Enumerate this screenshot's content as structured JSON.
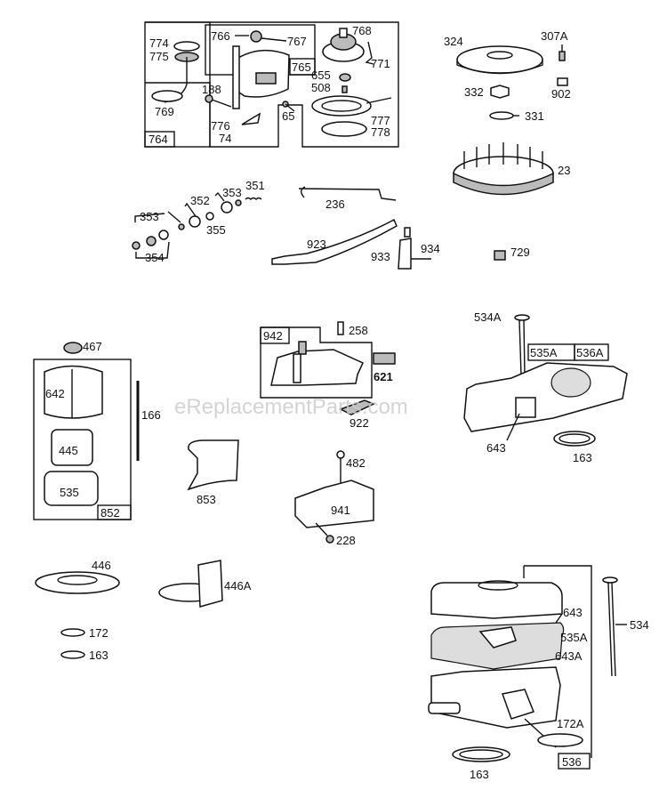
{
  "watermark": "eReplacementParts.com",
  "groups": {
    "rewind_starter": {
      "box_label": "764",
      "sub_box_label": "765"
    },
    "governor_control": {
      "box_label": "942"
    },
    "air_cleaner_cartridge": {
      "box_label": "852"
    },
    "air_cleaner_assembly": {
      "box_label": "536"
    }
  },
  "labels": {
    "l774": "774",
    "l775": "775",
    "l769": "769",
    "l766": "766",
    "l767": "767",
    "l768": "768",
    "l771": "771",
    "l188": "188",
    "l776": "776",
    "l74": "74",
    "l65": "65",
    "l655": "655",
    "l508": "508",
    "l777": "777",
    "l778": "778",
    "l324": "324",
    "l307A": "307A",
    "l332": "332",
    "l902": "902",
    "l331": "331",
    "l23": "23",
    "l353a": "353",
    "l354": "354",
    "l352": "352",
    "l353b": "353",
    "l351": "351",
    "l355": "355",
    "l236": "236",
    "l923": "923",
    "l933": "933",
    "l934": "934",
    "l729": "729",
    "l258": "258",
    "l621": "621",
    "l922": "922",
    "l534A": "534A",
    "l535A_top": "535A",
    "l536A": "536A",
    "l643_top": "643",
    "l163_top": "163",
    "l467": "467",
    "l642": "642",
    "l166": "166",
    "l445": "445",
    "l535": "535",
    "l853": "853",
    "l482": "482",
    "l941": "941",
    "l228": "228",
    "l446": "446",
    "l446A": "446A",
    "l172": "172",
    "l163_left": "163",
    "l643_bot": "643",
    "l535A_bot": "535A",
    "l643A": "643A",
    "l534": "534",
    "l172A": "172A",
    "l163_bot": "163"
  }
}
